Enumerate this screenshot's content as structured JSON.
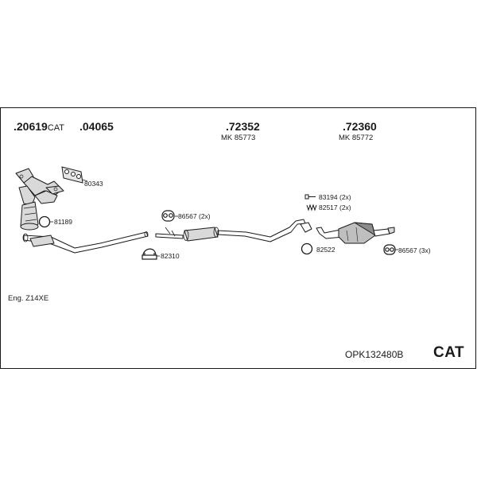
{
  "parts": {
    "p1": {
      "number": ".20619",
      "suffix": "CAT"
    },
    "p2": {
      "number": ".04065"
    },
    "p3": {
      "number": ".72352",
      "sub": "MK  85773"
    },
    "p4": {
      "number": ".72360",
      "sub": "MK  85772"
    }
  },
  "items": {
    "gasket_80343": "80343",
    "ring_81189": "81189",
    "hanger_86567a": "86567 (2x)",
    "clamp_82310": "82310",
    "bolt_83194": "83194 (2x)",
    "spring_82517": "82517 (2x)",
    "ring_82522": "82522",
    "hanger_86567b": "86567 (3x)"
  },
  "engine": "Eng. Z14XE",
  "kit_code": "OPK132480B",
  "badge": "CAT",
  "colors": {
    "line": "#1a1a1a",
    "part_fill": "#d9d9d9",
    "part_dark": "#8c8c8c"
  }
}
